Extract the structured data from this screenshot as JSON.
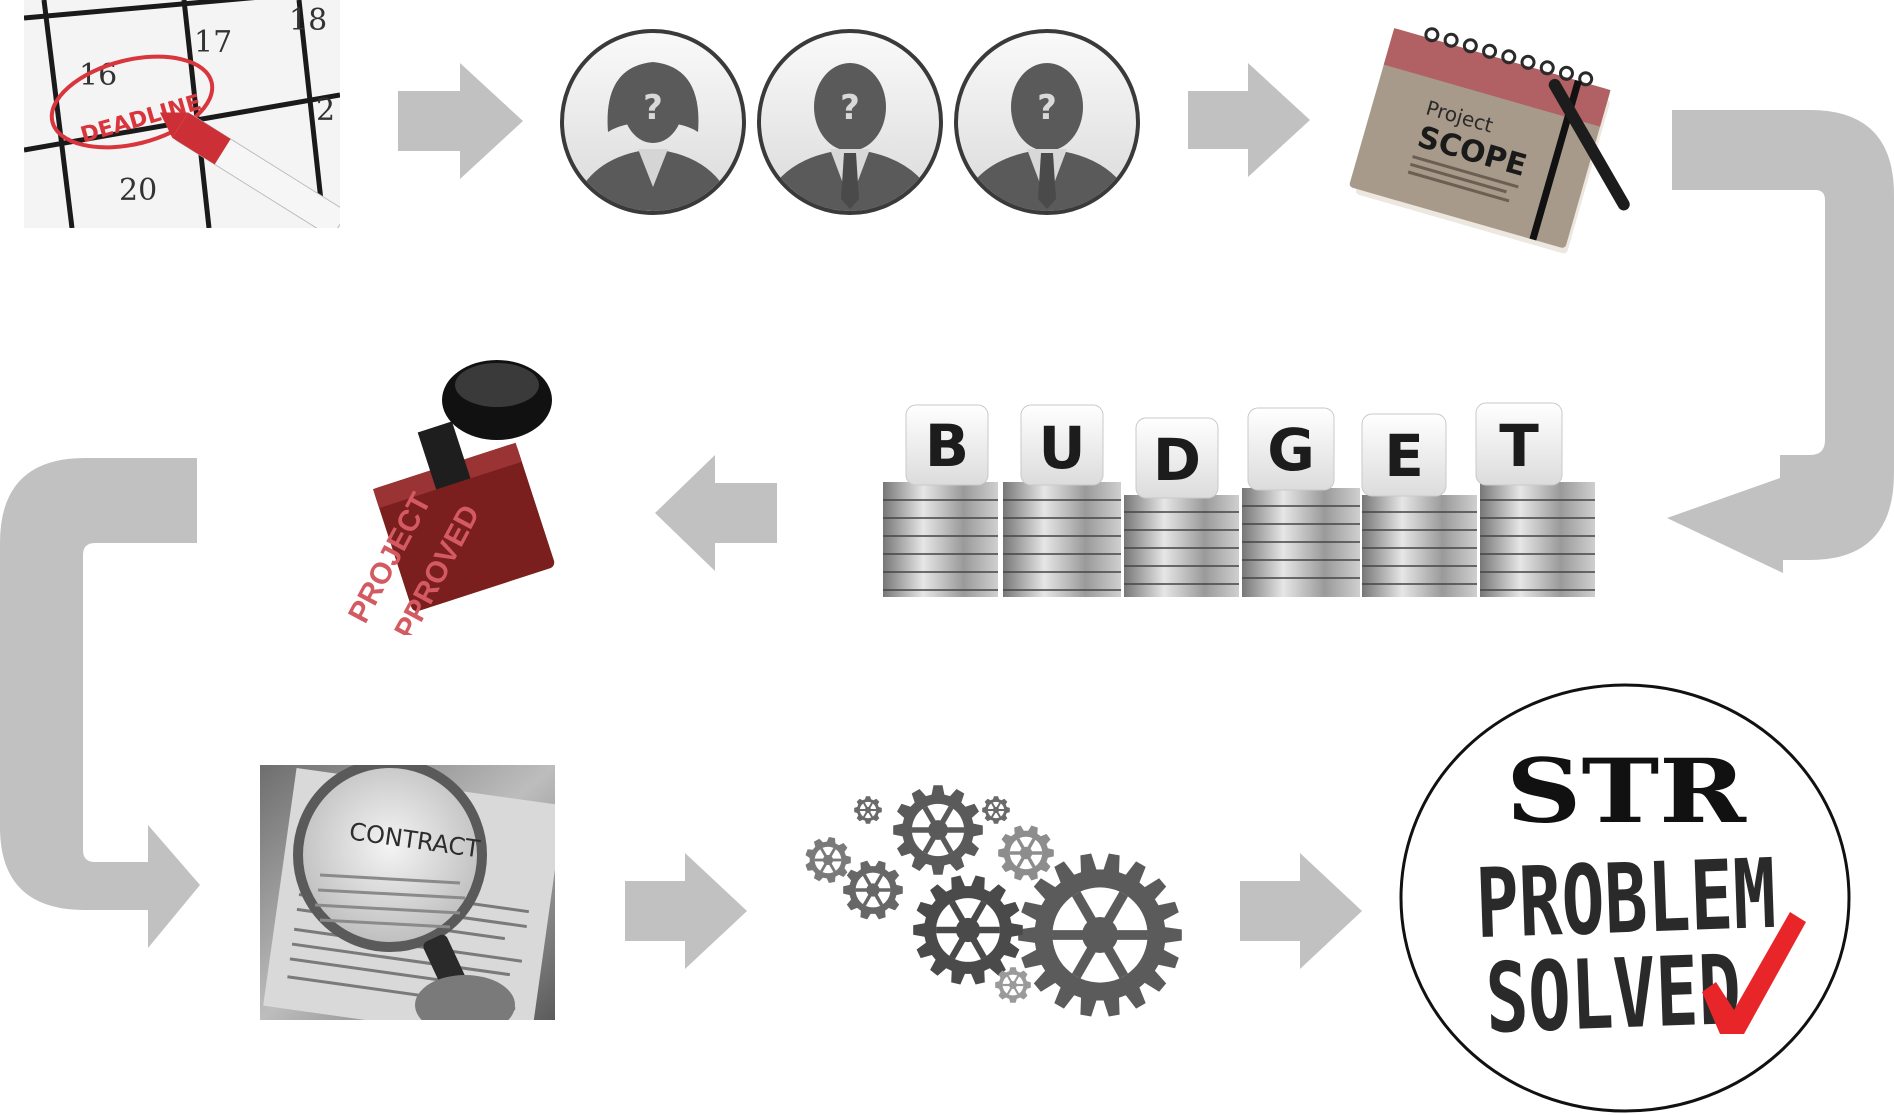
{
  "steps": {
    "deadline": {
      "day_16": "16",
      "day_17": "17",
      "day_18": "18",
      "day_20": "20",
      "day_partial": "2",
      "label": "DEADLINE"
    },
    "team": {
      "mark_1": "?",
      "mark_2": "?",
      "mark_3": "?"
    },
    "scope": {
      "line_1": "Project",
      "line_2": "SCOPE"
    },
    "budget": {
      "letters": [
        "B",
        "U",
        "D",
        "G",
        "E",
        "T"
      ]
    },
    "approved": {
      "line_1": "PROJECT",
      "line_2": "APPROVED"
    },
    "contract": {
      "title": "CONTRACT"
    },
    "solved": {
      "line_1": "STR",
      "line_2": "PROBLEM",
      "line_3": "SOLVED"
    }
  },
  "colors": {
    "arrow": "#c1c1c1",
    "deadline_red": "#d8363c",
    "check_red": "#e8262a",
    "stamp_red": "#8a1f1f"
  }
}
